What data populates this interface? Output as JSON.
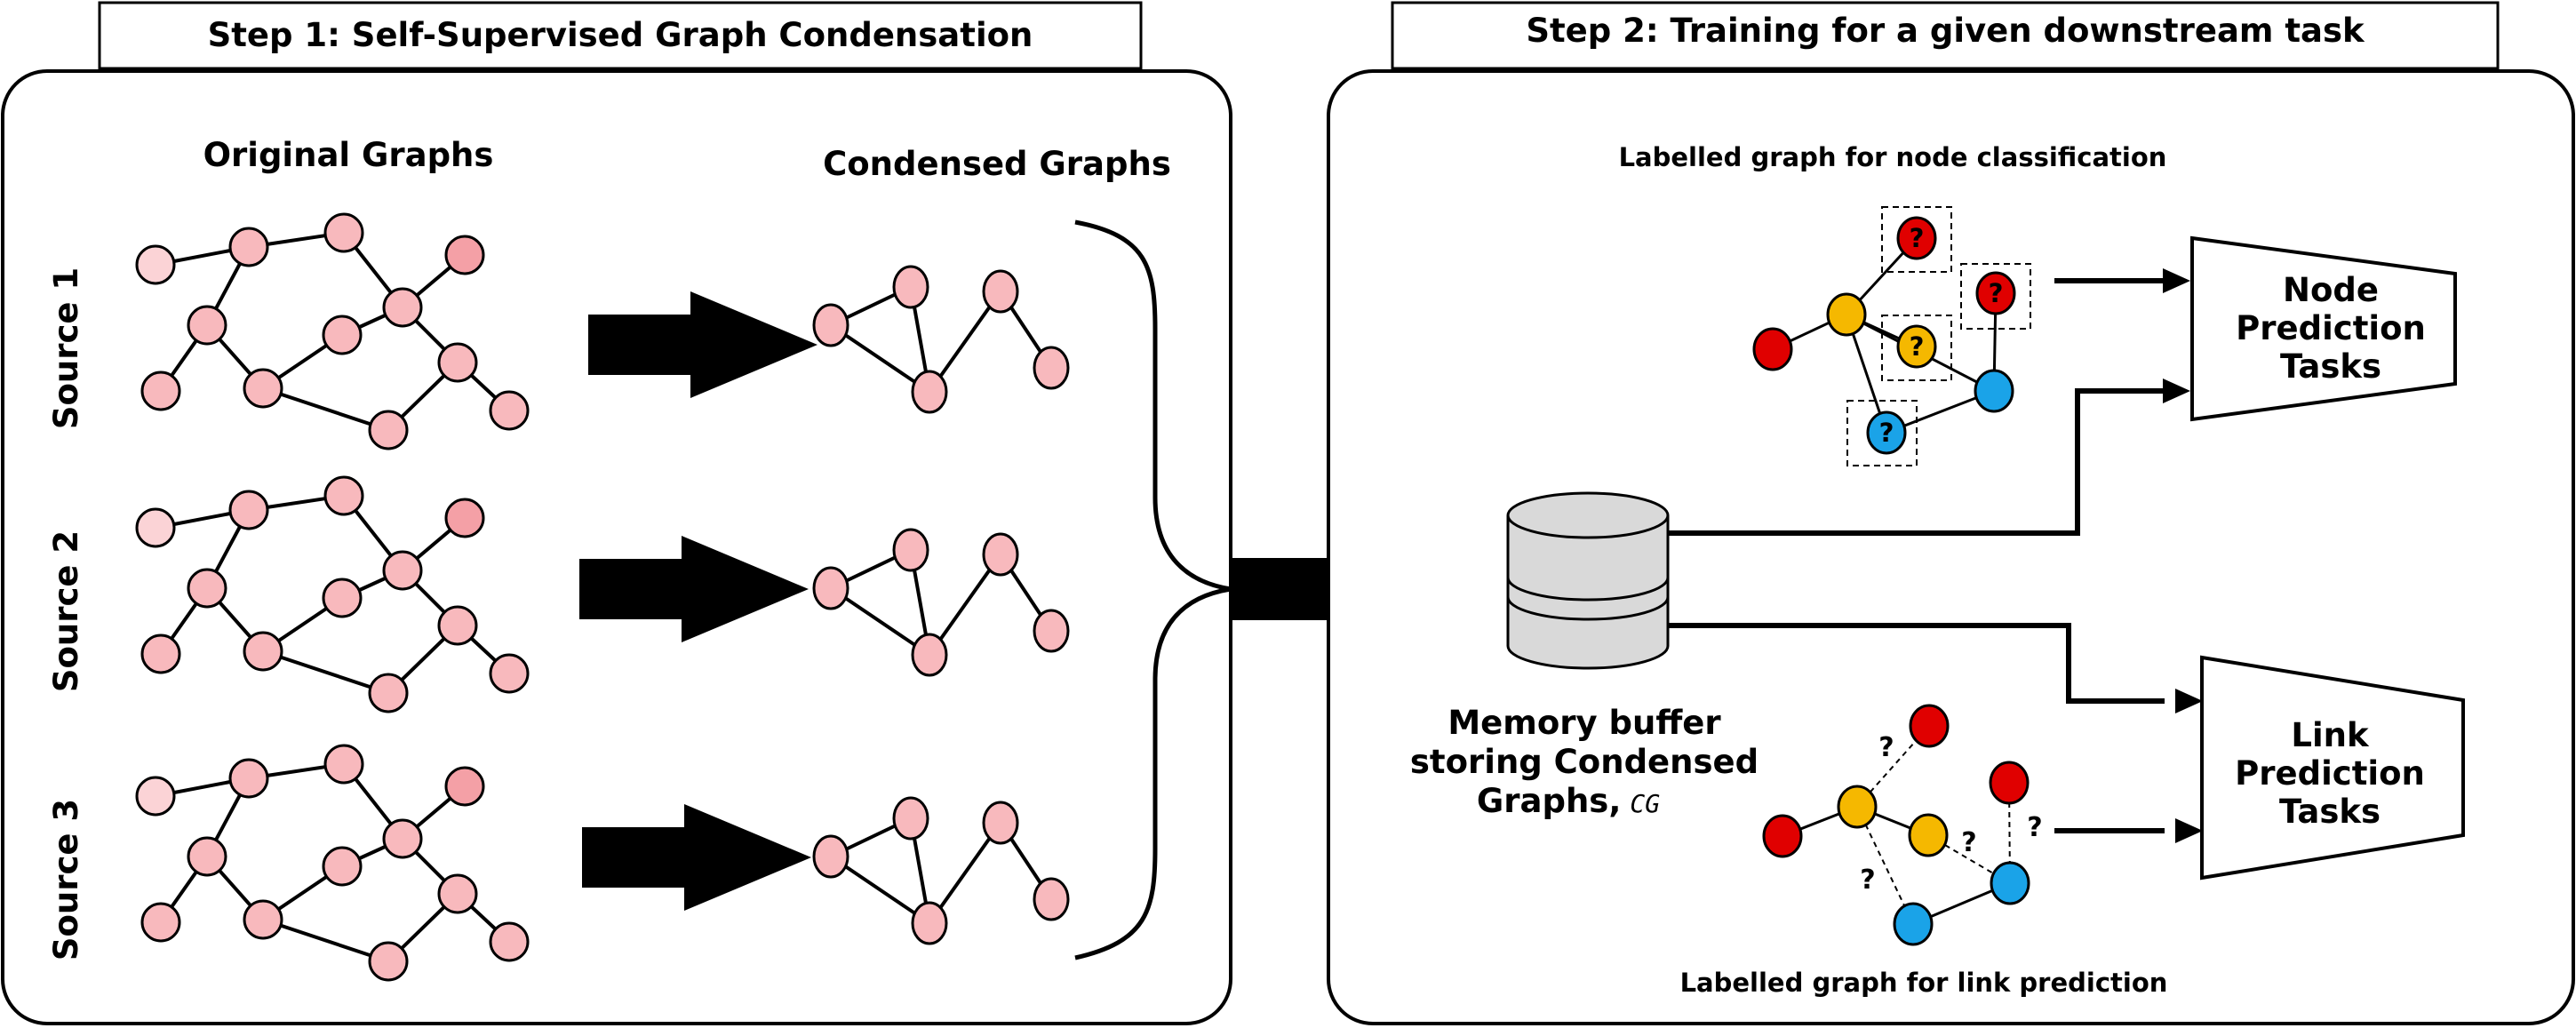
{
  "step1": {
    "title": "Step 1: Self-Supervised Graph Condensation",
    "original_label": "Original Graphs",
    "condensed_label": "Condensed Graphs",
    "sources": [
      "Source 1",
      "Source 2",
      "Source 3"
    ]
  },
  "step2": {
    "title": "Step 2: Training for a given downstream task",
    "node_graph_caption": "Labelled graph for node classification",
    "link_graph_caption": "Labelled graph for link prediction",
    "memory_label_lines": [
      "Memory buffer",
      "storing Condensed",
      "Graphs,"
    ],
    "memory_symbol": "CG",
    "node_task_lines": [
      "Node",
      "Prediction",
      "Tasks"
    ],
    "link_task_lines": [
      "Link",
      "Prediction",
      "Tasks"
    ],
    "unknown_mark": "?"
  },
  "colors": {
    "pink_node": "#f4a0a6",
    "light_pink_node": "#fbd3d6",
    "red_node": "#e00000",
    "yellow_node": "#f5b800",
    "blue_node": "#1aa3e8",
    "db_fill": "#d9d9d9"
  }
}
